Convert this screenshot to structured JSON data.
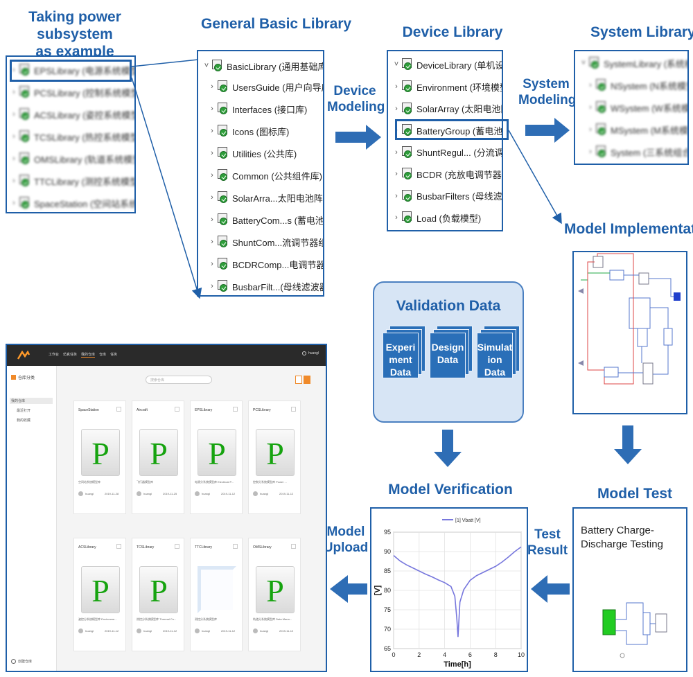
{
  "headings": {
    "taking_power": "Taking power subsystem\nas example",
    "general_library": "General Basic Library",
    "device_library": "Device Library",
    "system_library": "System Library",
    "model_implementation": "Model Implementation",
    "model_verification": "Model Verification",
    "model_test": "Model Test",
    "validation_data": "Validation Data"
  },
  "flow_labels": {
    "device_modeling": "Device\nModeling",
    "system_modeling": "System\nModeling",
    "model_upload": "Model\nUpload",
    "test_result": "Test\nResult"
  },
  "general_library": {
    "root": "BasicLibrary (通用基础库)",
    "items": [
      "UsersGuide (用户向导库)",
      "Interfaces (接口库)",
      "Icons (图标库)",
      "Utilities (公共库)",
      "Common (公共组件库)",
      "SolarArra...太阳电池阵组件库)",
      "BatteryCom...s (蓄电池组件库)",
      "ShuntCom...流调节器组件库)",
      "BCDRComp...电调节器组件库)",
      "BusbarFilt...(母线滤波器组件库)"
    ]
  },
  "device_library": {
    "root": "DeviceLibrary (单机设备库)",
    "items": [
      "Environment (环境模型)",
      "SolarArray (太阳电池阵模型)",
      "BatteryGroup (蓄电池组模型)",
      "ShuntRegul... (分流调节器模型)",
      "BCDR (充放电调节器)",
      "BusbarFilters (母线滤波器)",
      "Load (负载模型)"
    ]
  },
  "system_library": {
    "root": "SystemLibrary (系统模型库)",
    "items": [
      "NSystem (N系统模型)",
      "WSystem (W系统模型)",
      "MSystem (M系统模型)",
      "System (三系统组合模型)"
    ]
  },
  "blurred_list": {
    "items": [
      "EPSLibrary (电源系统模型库)",
      "PCSLibrary (控制系统模型库)",
      "ACSLibrary (姿控系统模型库)",
      "TCSLibrary (热控系统模型库)",
      "OMSLibrary (轨道系统模型库)",
      "TTCLibrary (测控系统模型库)",
      "SpaceStation (空间站系统模型库)"
    ]
  },
  "validation_docs": [
    "Experi\nment\nData",
    "Design\nData",
    "Simulat\nion\nData"
  ],
  "model_test_text": "Battery Charge-\nDischarge Testing",
  "web_app": {
    "user": "huangl",
    "nav": [
      "工作台",
      "仿真任务",
      "我的仓库",
      "仓库",
      "任务"
    ],
    "search_placeholder": "搜索仓库",
    "side_title": "仓库分类",
    "side_items": [
      "我的仓库",
      "最近打开",
      "我的收藏"
    ],
    "bottom_button": "创建仓库",
    "cards": [
      {
        "title": "SpaceStation",
        "desc": "空间站系统模型库",
        "owner": "huangl",
        "date": "2019-11-28"
      },
      {
        "title": "Aircraft",
        "desc": "飞行器模型库",
        "owner": "huangl",
        "date": "2019-11-25"
      },
      {
        "title": "EPSLibrary",
        "desc": "电源分系统模型库 Electrical P...",
        "owner": "huangl",
        "date": "2019-11-12"
      },
      {
        "title": "PCSLibrary",
        "desc": "控制分系统模型库 Power ...",
        "owner": "huangl",
        "date": "2019-11-12"
      },
      {
        "title": "ACSLibrary",
        "desc": "姿控分系统模型库 Environme...",
        "owner": "huangl",
        "date": "2019-11-12"
      },
      {
        "title": "TCSLibrary",
        "desc": "热控分系统模型库 Thermal Co...",
        "owner": "huangl",
        "date": "2019-11-12"
      },
      {
        "title": "TTCLibrary",
        "desc": "测控分系统模型库",
        "owner": "huangl",
        "date": "2019-11-12"
      },
      {
        "title": "OMSLibrary",
        "desc": "轨道分系统模型库 Data Mana...",
        "owner": "huangl",
        "date": "2019-11-12"
      }
    ]
  },
  "chart_data": {
    "type": "line",
    "title": "",
    "xlabel": "Time[h]",
    "ylabel": "[V]",
    "xlim": [
      0,
      10
    ],
    "ylim": [
      65,
      95
    ],
    "xticks": [
      0,
      2,
      4,
      6,
      8,
      10
    ],
    "yticks": [
      65,
      70,
      75,
      80,
      85,
      90,
      95
    ],
    "grid": true,
    "legend": "top-center",
    "series": [
      {
        "name": "[1] Vbatt [V]",
        "color": "#7777dd",
        "x": [
          0,
          0.5,
          1,
          1.5,
          2,
          2.5,
          3,
          3.5,
          4,
          4.5,
          4.8,
          4.95,
          5.05,
          5.2,
          5.5,
          6,
          6.5,
          7,
          7.5,
          8,
          8.5,
          9,
          9.5,
          10
        ],
        "y": [
          89,
          87.6,
          86.6,
          85.8,
          85,
          84.2,
          83.5,
          82.7,
          82,
          81,
          78.5,
          73,
          68,
          77,
          80.2,
          82.6,
          83.8,
          84.6,
          85.4,
          86.2,
          87.3,
          88.6,
          90,
          91.2
        ]
      }
    ]
  },
  "colors": {
    "accent": "#1f5fa8",
    "arrow": "#2e6db5",
    "package_green": "#2e9e3a"
  }
}
